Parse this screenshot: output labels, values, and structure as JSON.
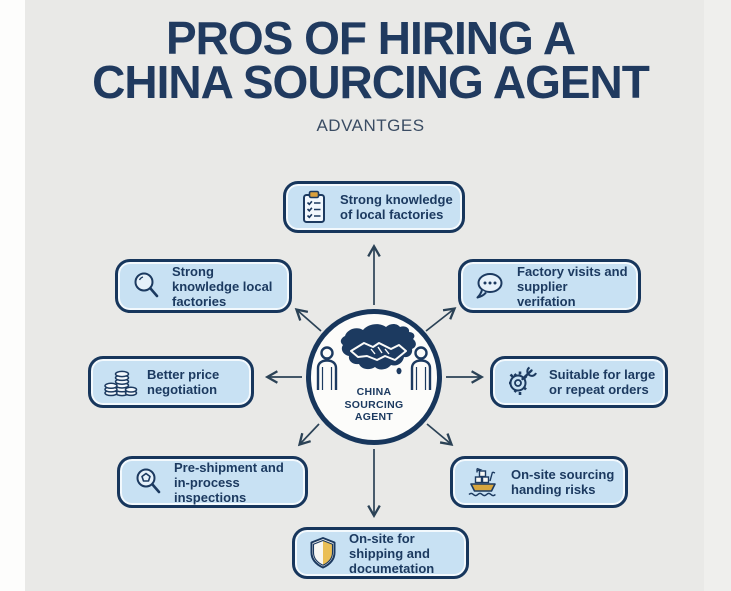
{
  "page": {
    "title_line1": "PROS OF HIRING A",
    "title_line2": "CHINA SOURCING AGENT",
    "subtitle": "ADVANTGES"
  },
  "center": {
    "label": "CHINA SOURCING AGENT",
    "icon": "china-map-handshake-icon"
  },
  "items": [
    {
      "position": "top",
      "label": "Strong knowledge of local factories",
      "icon": "clipboard-checklist-icon"
    },
    {
      "position": "upper-left",
      "label": "Strong knowledge local factories",
      "icon": "magnifier-icon"
    },
    {
      "position": "upper-right",
      "label": "Factory visits and supplier verifation",
      "icon": "speech-bubble-icon"
    },
    {
      "position": "left",
      "label": "Better price negotiation",
      "icon": "coins-icon"
    },
    {
      "position": "right",
      "label": "Suitable for large or repeat orders",
      "icon": "gear-wrench-icon"
    },
    {
      "position": "lower-left",
      "label": "Pre-shipment and in-process inspections",
      "icon": "inspection-magnifier-icon"
    },
    {
      "position": "lower-right",
      "label": "On-site sourcing handing risks",
      "icon": "cargo-ship-icon"
    },
    {
      "position": "bottom",
      "label": "On-site for shipping and documetation",
      "icon": "shield-icon"
    }
  ],
  "colors": {
    "background": "#e9e9e7",
    "navy": "#17365c",
    "title_navy": "#203a5f",
    "box_fill": "#c8e1f3",
    "accent_orange": "#daa03c",
    "accent_yellow": "#eabf56",
    "hub_fill": "#fcfcfa"
  }
}
